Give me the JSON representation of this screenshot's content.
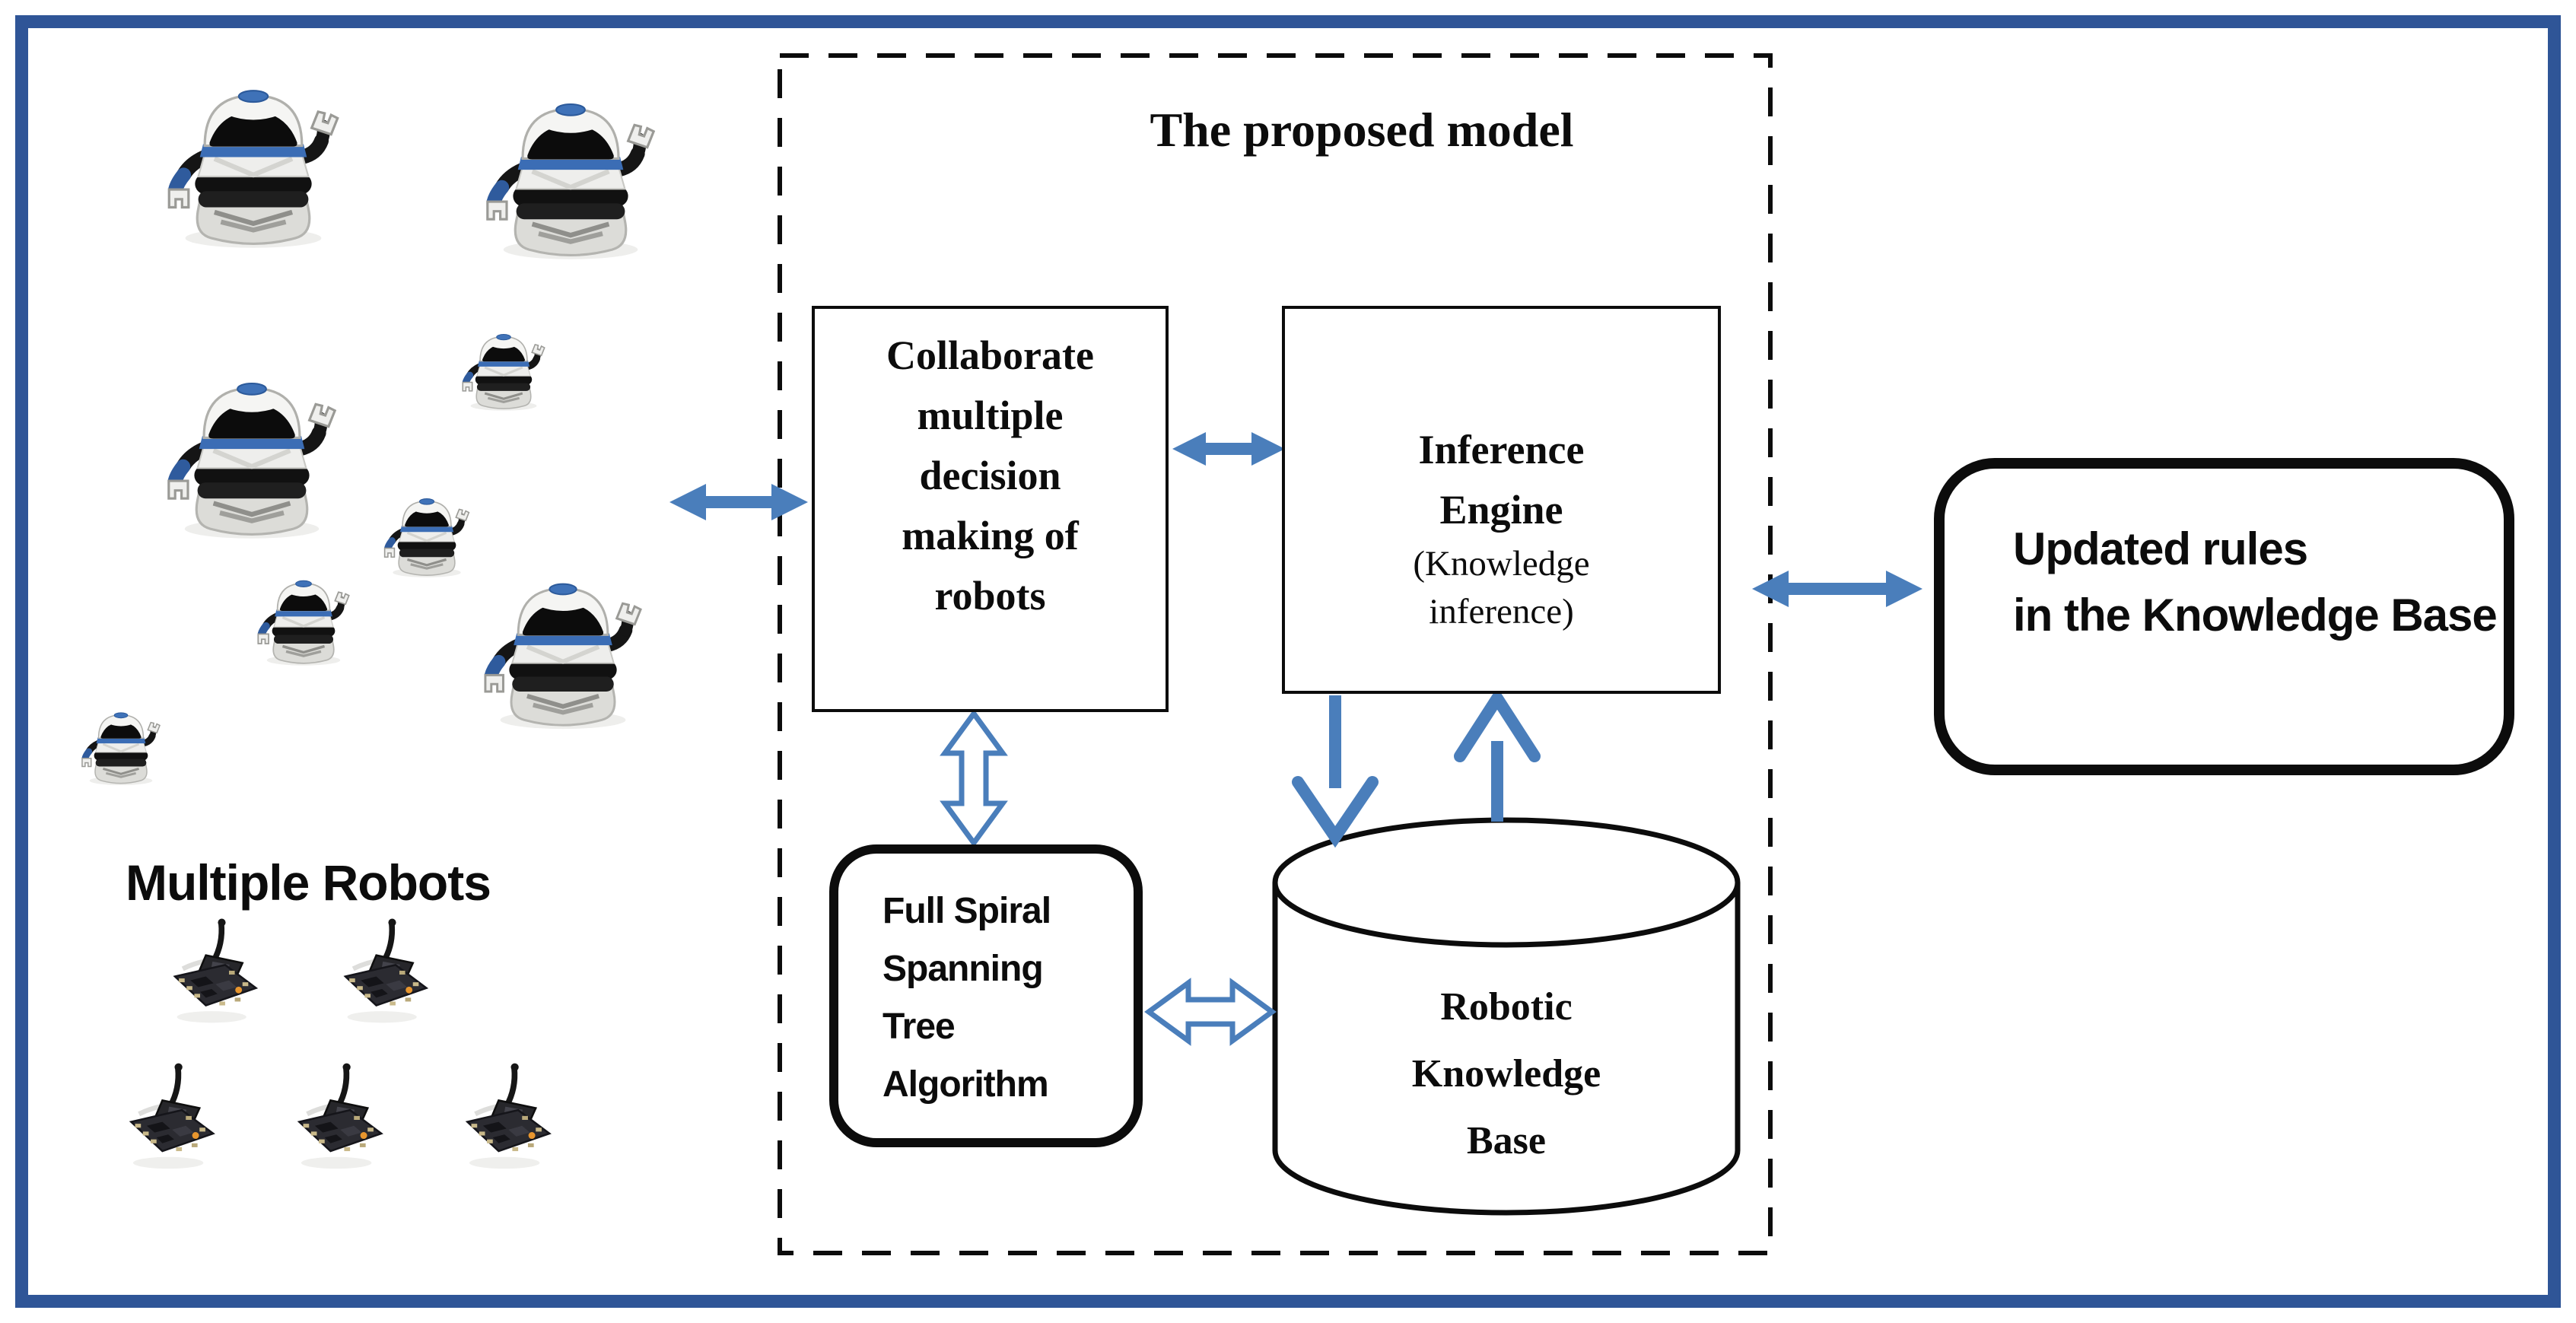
{
  "colors": {
    "accent": "#4a7ebb",
    "frame": "#2f5597",
    "line": "#0c0c0c",
    "robot_blue": "#3b6db5"
  },
  "proposed_model": {
    "title": "The proposed model",
    "collaborate_box": "Collaborate\nmultiple\ndecision\nmaking of\nrobots",
    "inference_box_title": "Inference\nEngine",
    "inference_box_subtitle": "(Knowledge\ninference)",
    "full_spiral_box": "Full Spiral\nSpanning\nTree\nAlgorithm",
    "knowledge_base_cylinder": "Robotic\nKnowledge\nBase"
  },
  "updated_rules_box": "Updated rules\nin the Knowledge Base",
  "robots_label": "Multiple Robots",
  "icons": {
    "robot": "dome-robot-icon",
    "circuit_board": "circuit-board-icon",
    "solid_double_arrow": "double-headed-arrow-icon",
    "hollow_double_arrow": "outline-double-headed-arrow-icon",
    "database": "database-cylinder-icon"
  }
}
